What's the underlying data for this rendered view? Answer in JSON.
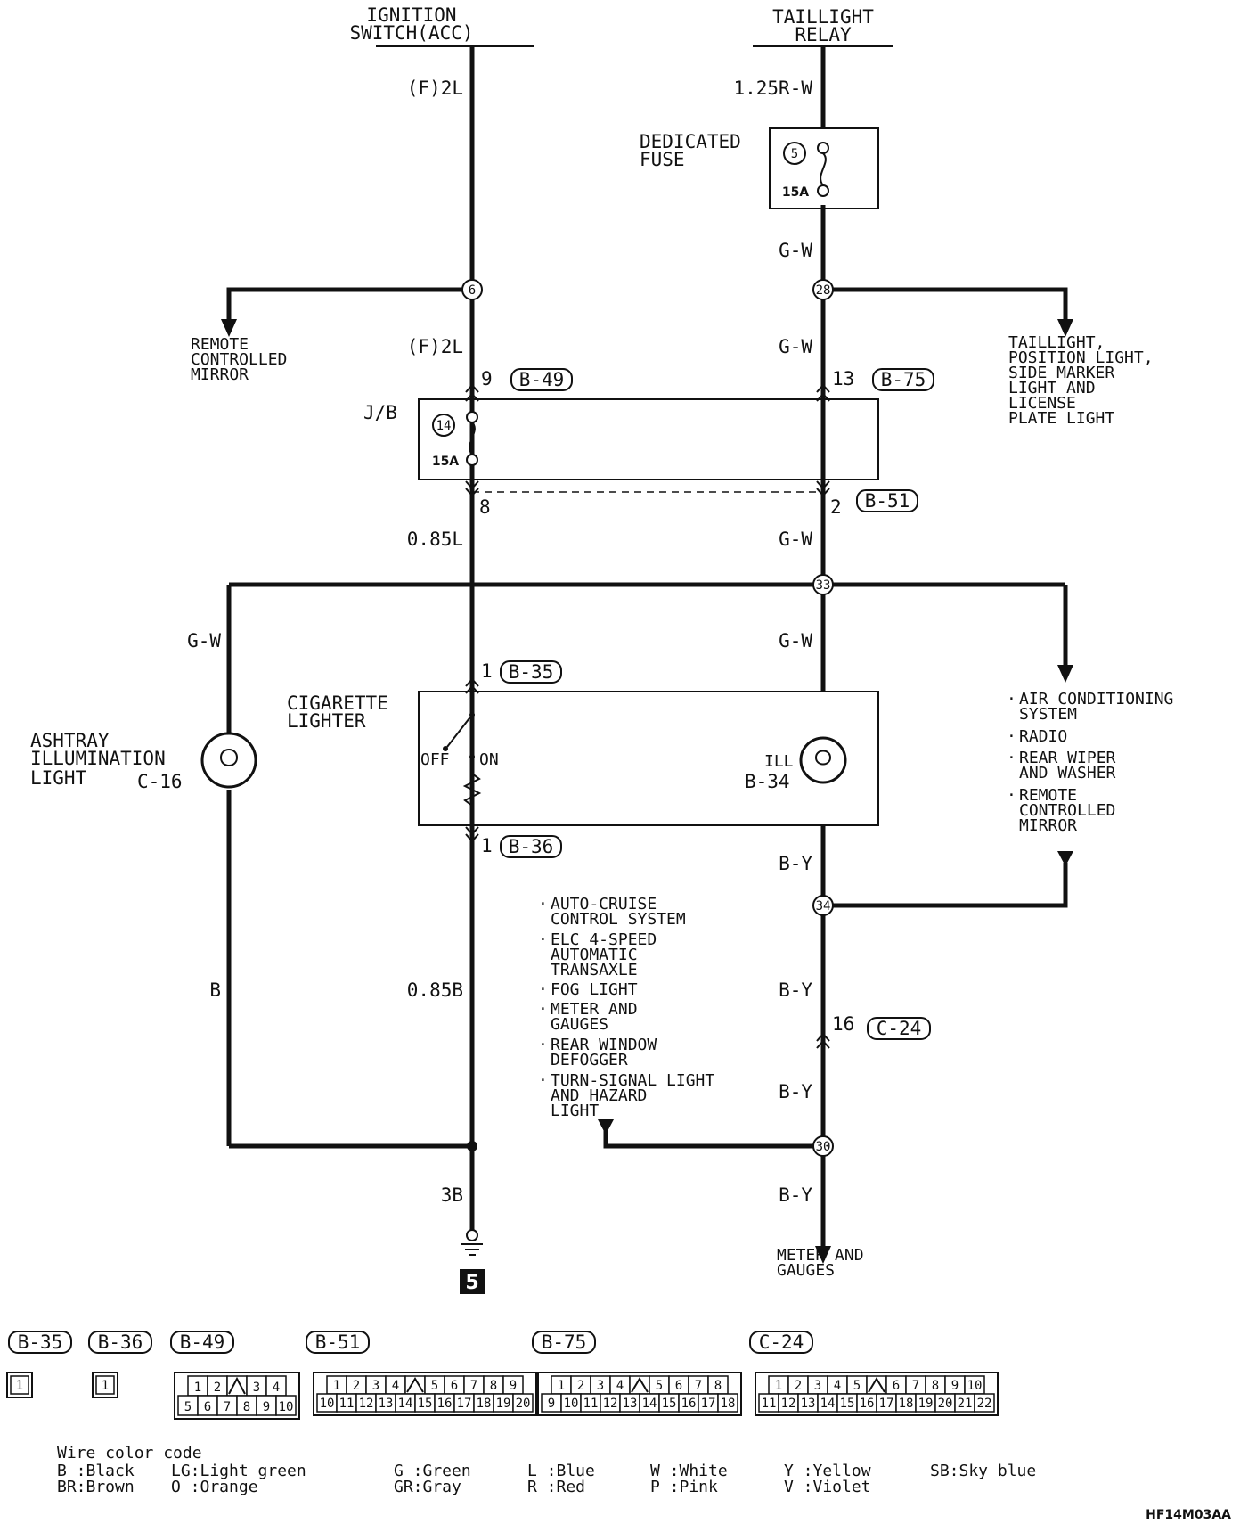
{
  "sources": {
    "ignition": [
      "IGNITION",
      "SWITCH(ACC)"
    ],
    "taillight_relay": [
      "TAILLIGHT",
      "RELAY"
    ]
  },
  "wires": {
    "w_f2l_top": "(F)2L",
    "w_125rw": "1.25R-W",
    "w_gw_fuse": "G-W",
    "w_f2l_mid": "(F)2L",
    "w_gw_mid": "G-W",
    "w_085l": "0.85L",
    "w_gw_jb": "G-W",
    "w_gw_left": "G-W",
    "w_gw_right": "G-W",
    "w_by_1": "B-Y",
    "w_b": "B",
    "w_085b": "0.85B",
    "w_by_2": "B-Y",
    "w_by_3": "B-Y",
    "w_3b": "3B",
    "w_by_4": "B-Y"
  },
  "fuse": {
    "label": [
      "DEDICATED",
      "FUSE"
    ],
    "number": "5",
    "rating": "15A"
  },
  "junction_block": {
    "label": "J/B",
    "fuse_number": "14",
    "rating": "15A"
  },
  "nodes": {
    "n6": "6",
    "n28": "28",
    "n33": "33",
    "n34": "34",
    "n30": "30"
  },
  "pins": {
    "p9": "9",
    "p13": "13",
    "p8": "8",
    "p2": "2",
    "p1a": "1",
    "p1b": "1",
    "p16": "16"
  },
  "connectors_inline": {
    "b49": "B-49",
    "b75": "B-75",
    "b51": "B-51",
    "b35": "B-35",
    "b36": "B-36",
    "c24": "C-24"
  },
  "destinations": {
    "remote_mirror": [
      "REMOTE",
      "CONTROLLED",
      "MIRROR"
    ],
    "taillight": [
      "TAILLIGHT,",
      "POSITION LIGHT,",
      "SIDE MARKER",
      "LIGHT AND",
      "LICENSE",
      "PLATE LIGHT"
    ],
    "right_list": [
      [
        "AIR CONDITIONING",
        "SYSTEM"
      ],
      [
        "RADIO"
      ],
      [
        "REAR WIPER",
        "AND WASHER"
      ],
      [
        "REMOTE",
        "CONTROLLED",
        "MIRROR"
      ]
    ],
    "middle_list": [
      [
        "AUTO-CRUISE",
        "CONTROL SYSTEM"
      ],
      [
        "ELC 4-SPEED",
        "AUTOMATIC",
        "TRANSAXLE"
      ],
      [
        "FOG LIGHT"
      ],
      [
        "METER AND",
        "GAUGES"
      ],
      [
        "REAR WINDOW",
        "DEFOGGER"
      ],
      [
        "TURN-SIGNAL LIGHT",
        "AND HAZARD",
        "LIGHT"
      ]
    ],
    "meter_gauges": [
      "METER AND",
      "GAUGES"
    ]
  },
  "components": {
    "ashtray": [
      "ASHTRAY",
      "ILLUMINATION",
      "LIGHT"
    ],
    "ashtray_code": "C-16",
    "cigarette": [
      "CIGARETTE",
      "LIGHTER"
    ],
    "off": "OFF",
    "on": "ON",
    "ill": "ILL",
    "b34": "B-34",
    "ground": "5"
  },
  "connector_views": [
    {
      "label": "B-35",
      "rows": [
        [
          "1"
        ]
      ]
    },
    {
      "label": "B-36",
      "rows": [
        [
          "1"
        ]
      ]
    },
    {
      "label": "B-49",
      "rows": [
        [
          "1",
          "2",
          "",
          "3",
          "4"
        ],
        [
          "5",
          "6",
          "7",
          "8",
          "9",
          "10"
        ]
      ]
    },
    {
      "label": "B-51",
      "rows": [
        [
          "1",
          "2",
          "3",
          "4",
          "",
          "5",
          "6",
          "7",
          "8",
          "9"
        ],
        [
          "10",
          "11",
          "12",
          "13",
          "14",
          "15",
          "16",
          "17",
          "18",
          "19",
          "20"
        ]
      ]
    },
    {
      "label": "B-75",
      "rows": [
        [
          "1",
          "2",
          "3",
          "4",
          "",
          "5",
          "6",
          "7",
          "8"
        ],
        [
          "9",
          "10",
          "11",
          "12",
          "13",
          "14",
          "15",
          "16",
          "17",
          "18"
        ]
      ]
    },
    {
      "label": "C-24",
      "rows": [
        [
          "1",
          "2",
          "3",
          "4",
          "5",
          "",
          "6",
          "7",
          "8",
          "9",
          "10"
        ],
        [
          "11",
          "12",
          "13",
          "14",
          "15",
          "16",
          "17",
          "18",
          "19",
          "20",
          "21",
          "22"
        ]
      ]
    }
  ],
  "legend": {
    "title": "Wire color code",
    "rows": [
      [
        "B :Black",
        "LG:Light green",
        "G :Green",
        "L :Blue",
        "W :White",
        "Y :Yellow",
        "SB:Sky blue"
      ],
      [
        "BR:Brown",
        "O :Orange",
        "GR:Gray",
        "R :Red",
        "P :Pink",
        "V :Violet",
        ""
      ]
    ]
  },
  "figure_code": "HF14M03AA"
}
